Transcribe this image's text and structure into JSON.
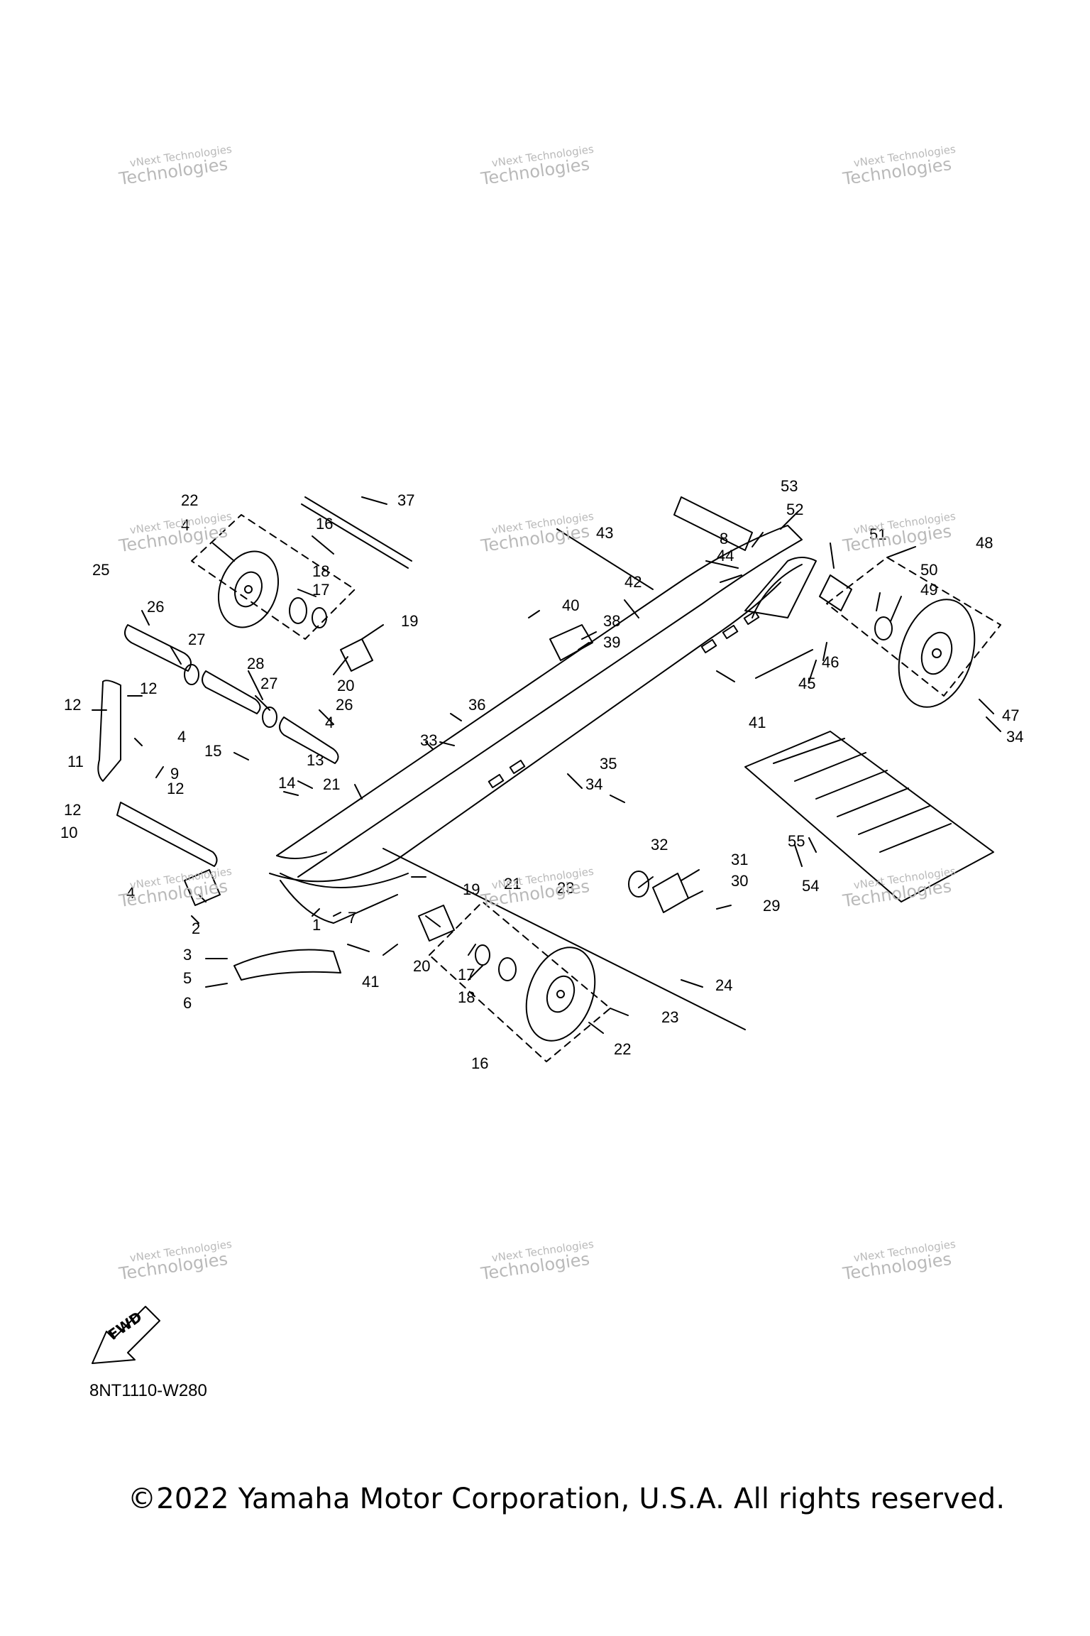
{
  "watermarks": [
    {
      "line1": "vNext Technologies",
      "line2": "Technologies"
    },
    {
      "line1": "vNext Technologies",
      "line2": "Technologies"
    },
    {
      "line1": "vNext Technologies",
      "line2": "Technologies"
    },
    {
      "line1": "vNext Technologies",
      "line2": "Technologies"
    },
    {
      "line1": "vNext Technologies",
      "line2": "Technologies"
    },
    {
      "line1": "vNext Technologies",
      "line2": "Technologies"
    },
    {
      "line1": "vNext Technologies",
      "line2": "Technologies"
    },
    {
      "line1": "vNext Technologies",
      "line2": "Technologies"
    },
    {
      "line1": "vNext Technologies",
      "line2": "Technologies"
    },
    {
      "line1": "vNext Technologies",
      "line2": "Technologies"
    },
    {
      "line1": "vNext Technologies",
      "line2": "Technologies"
    },
    {
      "line1": "vNext Technologies",
      "line2": "Technologies"
    }
  ],
  "part_labels": [
    "1",
    "2",
    "3",
    "4",
    "5",
    "6",
    "7",
    "8",
    "9",
    "10",
    "11",
    "12",
    "13",
    "14",
    "15",
    "16",
    "17",
    "18",
    "19",
    "20",
    "21",
    "22",
    "23",
    "24",
    "25",
    "26",
    "27",
    "28",
    "29",
    "30",
    "31",
    "32",
    "33",
    "34",
    "35",
    "36",
    "37",
    "38",
    "39",
    "40",
    "41",
    "42",
    "43",
    "44",
    "45",
    "46",
    "47",
    "48",
    "49",
    "50",
    "51",
    "52",
    "53",
    "54",
    "55"
  ],
  "fwd_label": "FWD",
  "drawing_code": "8NT1110-W280",
  "copyright": "©2022 Yamaha Motor Corporation, U.S.A. All rights reserved."
}
